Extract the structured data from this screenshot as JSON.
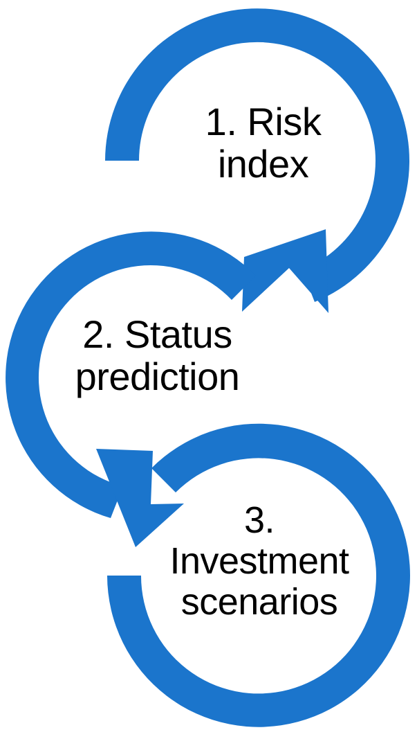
{
  "diagram": {
    "type": "cyclic-process-flow",
    "orientation": "vertical-chain",
    "accent_color": "#1B75CC",
    "text_color": "#000000",
    "background_color": "#FFFFFF",
    "steps": [
      {
        "number": "1.",
        "title": "Risk index",
        "label": "1. Risk\nindex",
        "line_1": "1. Risk",
        "line_2": "index",
        "ring": "circular-arrow-clockwise",
        "arrow_direction": "down-left"
      },
      {
        "number": "2.",
        "title": "Status prediction",
        "label": "2. Status\nprediction",
        "line_1": "2. Status",
        "line_2": "prediction",
        "ring": "circular-arrow-counter-clockwise",
        "arrow_direction": "down-right"
      },
      {
        "number": "3.",
        "title": "Investment scenarios",
        "label": "3.\nInvestment\nscenarios",
        "line_1": "3.",
        "line_2": "Investment",
        "line_3": "scenarios",
        "ring": "circular-arrow-clockwise",
        "arrow_direction": "none"
      }
    ]
  }
}
